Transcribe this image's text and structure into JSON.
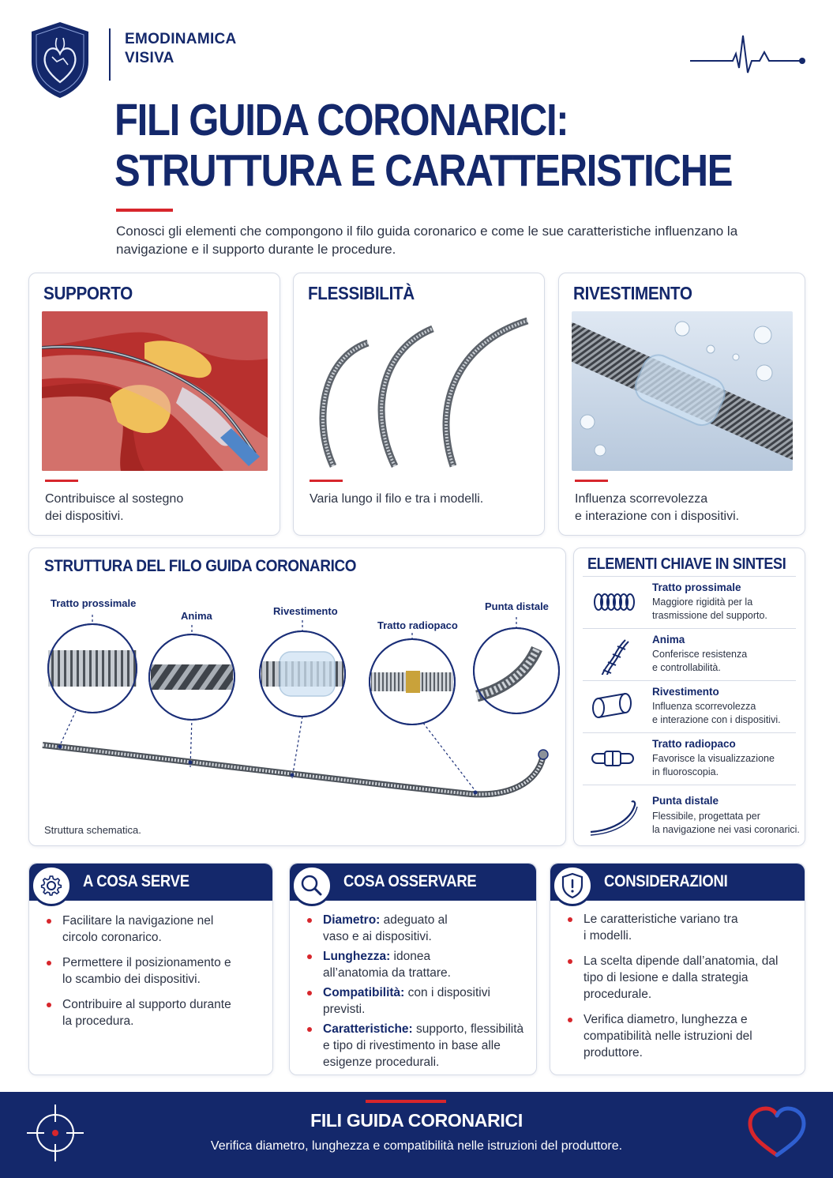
{
  "brand": {
    "name_line1": "EMODINAMICA",
    "name_line2": "VISIVA"
  },
  "title": {
    "line1": "FILI GUIDA CORONARICI:",
    "line2": "STRUTTURA E CARATTERISTICHE"
  },
  "intro": "Conosci gli elementi che compongono il filo guida coronarico e come le sue caratteristiche influenzano la navigazione e il supporto durante le procedure.",
  "feature_cards": [
    {
      "title": "SUPPORTO",
      "desc_line1": "Contribuisce al sostegno",
      "desc_line2": "dei dispositivi."
    },
    {
      "title": "FLESSIBILITÀ",
      "desc_line1": "Varia lungo il filo e tra i modelli.",
      "desc_line2": ""
    },
    {
      "title": "RIVESTIMENTO",
      "desc_line1": "Influenza scorrevolezza",
      "desc_line2": "e interazione con i dispositivi."
    }
  ],
  "structure": {
    "title": "STRUTTURA DEL FILO GUIDA CORONARICO",
    "labels": [
      "Tratto prossimale",
      "Anima",
      "Rivestimento",
      "Tratto radiopaco",
      "Punta distale"
    ],
    "caption": "Struttura schematica."
  },
  "key_elements": {
    "title": "ELEMENTI CHIAVE IN SINTESI",
    "items": [
      {
        "icon": "coil-icon",
        "name": "Tratto prossimale",
        "desc_line1": "Maggiore rigidità per la",
        "desc_line2": "trasmissione del supporto."
      },
      {
        "icon": "twisted-core-icon",
        "name": "Anima",
        "desc_line1": "Conferisce resistenza",
        "desc_line2": "e controllabilità."
      },
      {
        "icon": "tube-icon",
        "name": "Rivestimento",
        "desc_line1": "Influenza scorrevolezza",
        "desc_line2": "e interazione con i dispositivi."
      },
      {
        "icon": "marker-icon",
        "name": "Tratto radiopaco",
        "desc_line1": "Favorisce la visualizzazione",
        "desc_line2": "in fluoroscopia."
      },
      {
        "icon": "curved-tip-icon",
        "name": "Punta distale",
        "desc_line1": "Flessibile, progettata per",
        "desc_line2": "la navigazione nei vasi coronarici."
      }
    ]
  },
  "info_cards": [
    {
      "icon": "gear-icon",
      "title": "A COSA SERVE",
      "bullets": [
        {
          "bold": "",
          "text": "Facilitare la navigazione nel circolo coronarico."
        },
        {
          "bold": "",
          "text": "Permettere il posizionamento e lo scambio dei dispositivi."
        },
        {
          "bold": "",
          "text": "Contribuire al supporto durante la procedura."
        }
      ]
    },
    {
      "icon": "search-icon",
      "title": "COSA OSSERVARE",
      "bullets": [
        {
          "bold": "Diametro:",
          "text": " adeguato al vaso e ai dispositivi."
        },
        {
          "bold": "Lunghezza:",
          "text": " idonea all’anatomia da trattare."
        },
        {
          "bold": "Compatibilità:",
          "text": " con i dispositivi previsti."
        },
        {
          "bold": "Caratteristiche:",
          "text": " supporto, flessibilità e tipo di rivestimento in base alle esigenze procedurali."
        }
      ]
    },
    {
      "icon": "shield-icon",
      "title": "CONSIDERAZIONI",
      "bullets": [
        {
          "bold": "",
          "text": "Le caratteristiche variano tra i modelli."
        },
        {
          "bold": "",
          "text": "La scelta dipende dall’anatomia, dal tipo di lesione e dalla strategia procedurale."
        },
        {
          "bold": "",
          "text": "Verifica diametro, lunghezza e compatibilità nelle istruzioni del produttore."
        }
      ]
    }
  ],
  "footer": {
    "title": "FILI GUIDA CORONARICI",
    "subtitle": "Verifica diametro, lunghezza e compatibilità nelle istruzioni del produttore."
  },
  "colors": {
    "navy": "#14286b",
    "accent_red": "#d7262c",
    "footer_heart_red": "#d7262c",
    "footer_heart_blue": "#2f5fd0"
  }
}
